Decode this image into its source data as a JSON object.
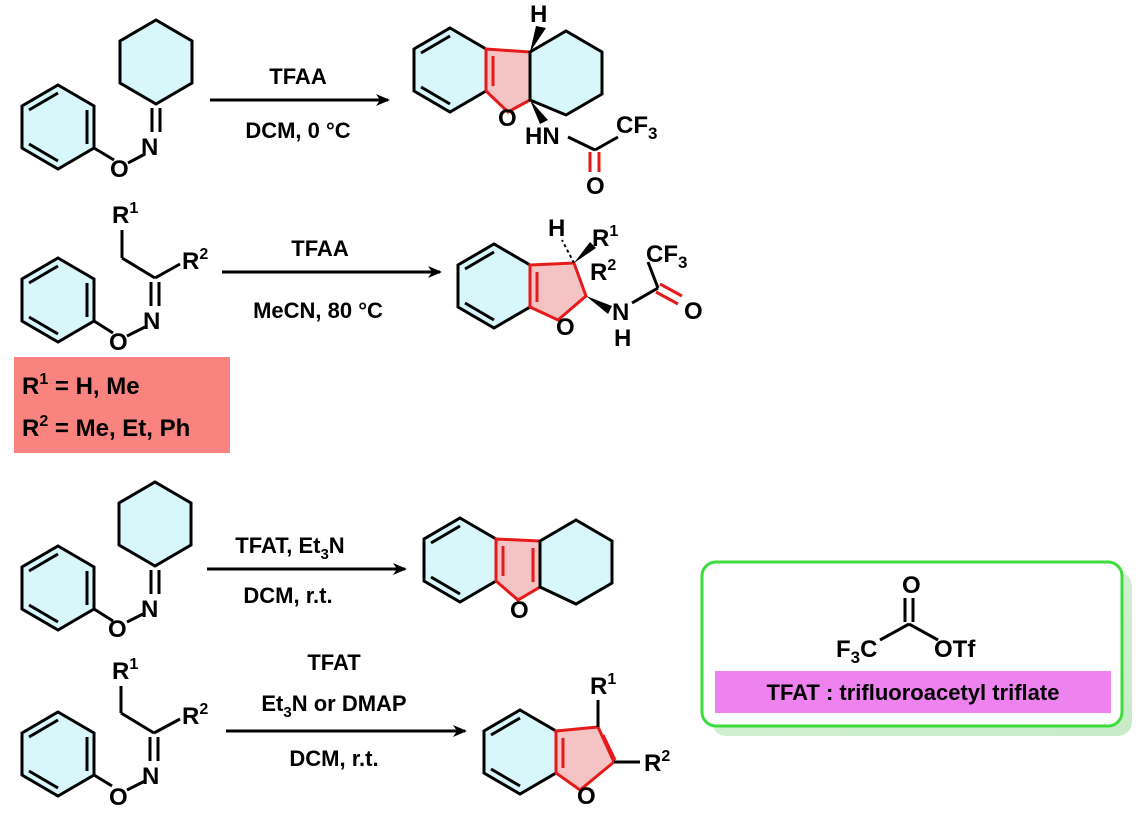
{
  "reactions": [
    {
      "reagent_top": "TFAA",
      "condition_bottom": "DCM, 0 °C",
      "product_labels": {
        "H": "H",
        "O": "O",
        "HN": "HN",
        "CF3": "CF3",
        "O2": "O"
      },
      "substrate_labels": {
        "N": "N",
        "O": "O"
      }
    },
    {
      "reagent_top": "TFAA",
      "condition_bottom": "MeCN, 80 °C",
      "substrate_labels": {
        "R1": "R1",
        "R2": "R2",
        "N": "N",
        "O": "O"
      },
      "product_labels": {
        "H": "H",
        "R1": "R1",
        "R2": "R2",
        "CF3": "CF3",
        "O": "O",
        "N": "N",
        "H2": "H",
        "O2": "O"
      }
    },
    {
      "reagent_top": "TFAT, Et3N",
      "condition_bottom": "DCM, r.t.",
      "substrate_labels": {
        "N": "N",
        "O": "O"
      },
      "product_labels": {
        "O": "O"
      }
    },
    {
      "reagent_top_1": "TFAT",
      "reagent_top_2": "Et3N or DMAP",
      "condition_bottom": "DCM, r.t.",
      "substrate_labels": {
        "R1": "R1",
        "R2": "R2",
        "N": "N",
        "O": "O"
      },
      "product_labels": {
        "R1": "R1",
        "R2": "R2",
        "O": "O"
      }
    }
  ],
  "substituent_box": {
    "line1": "R1 = H, Me",
    "line2": "R2 = Me, Et, Ph",
    "color": "#f8837f"
  },
  "tfat_box": {
    "structure_labels": {
      "O": "O",
      "F3C": "F3C",
      "OTf": "OTf"
    },
    "caption": "TFAT : trifluoroacetyl triflate",
    "border_color": "#3ddc3d",
    "caption_bg": "#ee82ee"
  },
  "colors": {
    "ring_fill": "#d8f7fb",
    "ring_stroke": "#000000",
    "red": "#e51a1a",
    "pink_fill": "#f5c3c3"
  }
}
